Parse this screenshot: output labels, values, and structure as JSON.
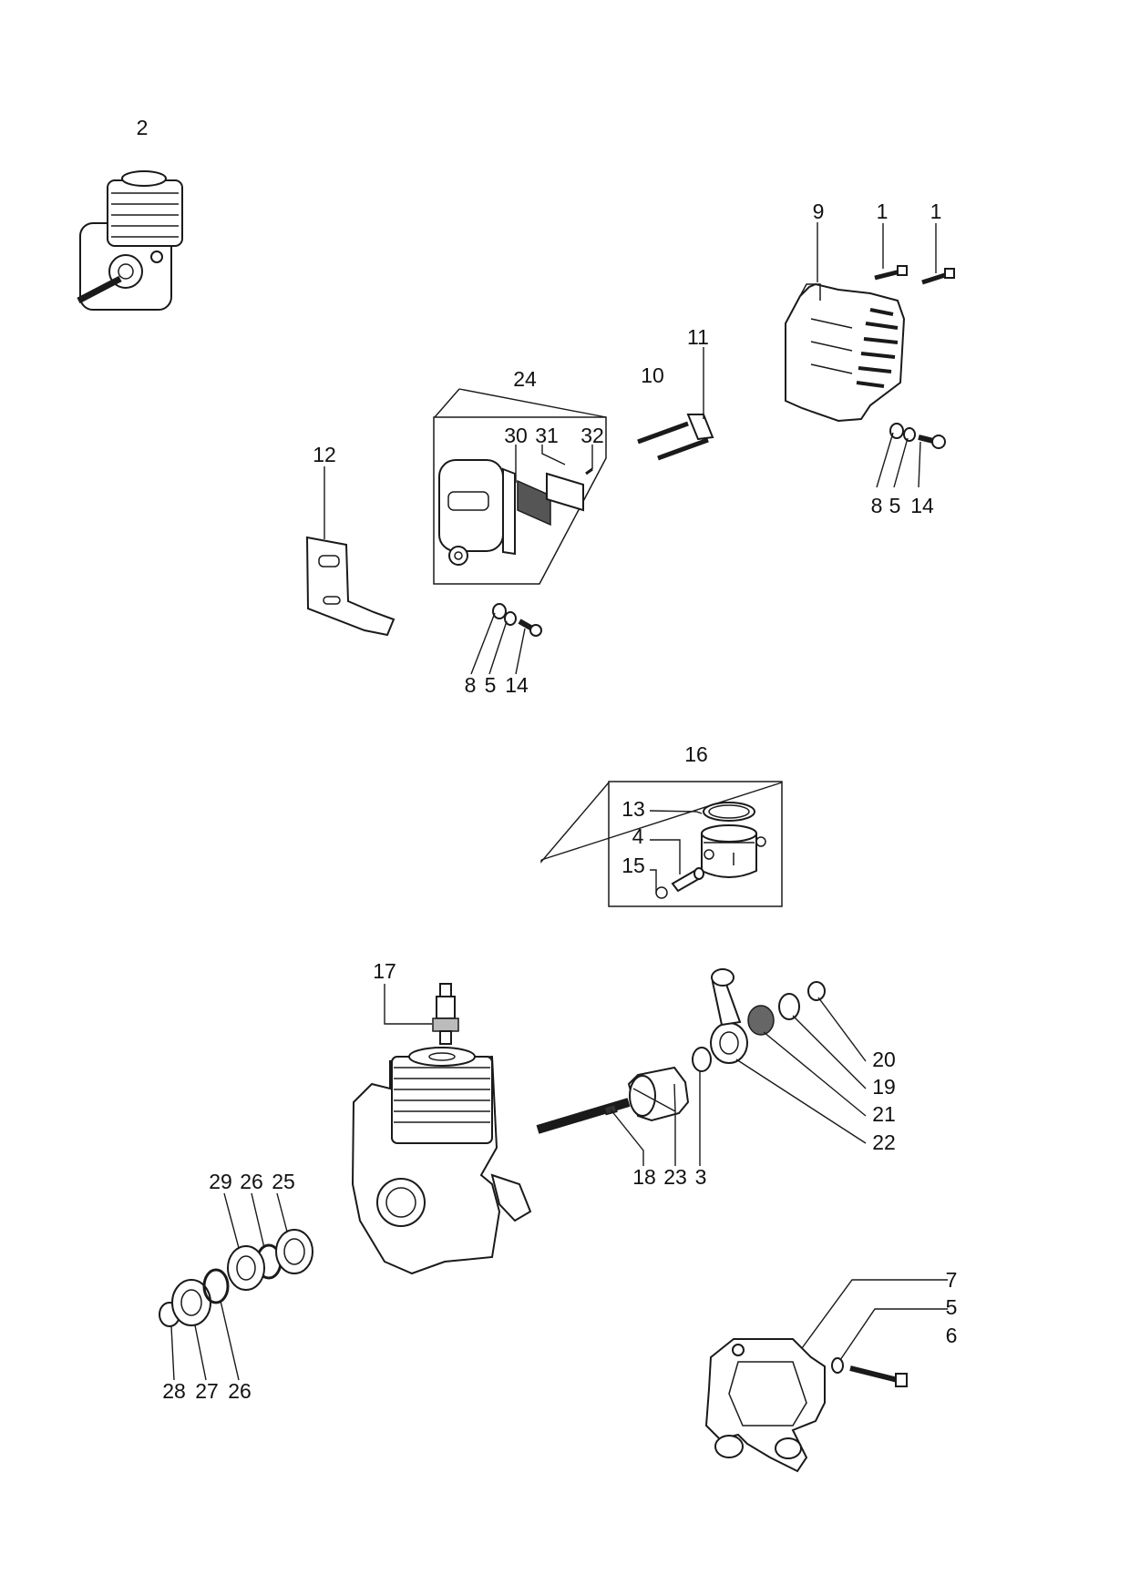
{
  "callouts": {
    "c2": "2",
    "c9": "9",
    "c1a": "1",
    "c1b": "1",
    "c11": "11",
    "c10": "10",
    "c24": "24",
    "c30": "30",
    "c31": "31",
    "c32": "32",
    "c12": "12",
    "c8a": "8",
    "c5a": "5",
    "c14a": "14",
    "c8b": "8",
    "c5b": "5",
    "c14b": "14",
    "c16": "16",
    "c13": "13",
    "c4": "4",
    "c15": "15",
    "c17": "17",
    "c20": "20",
    "c19": "19",
    "c21": "21",
    "c22": "22",
    "c18": "18",
    "c23": "23",
    "c3": "3",
    "c29": "29",
    "c26a": "26",
    "c25": "25",
    "c28": "28",
    "c27": "27",
    "c26b": "26",
    "c7": "7",
    "c5c": "5",
    "c6": "6"
  }
}
